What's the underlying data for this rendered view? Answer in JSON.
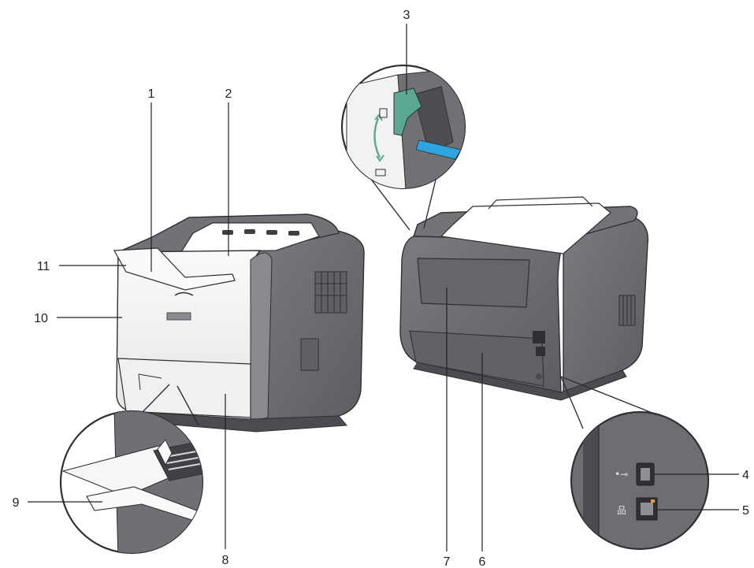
{
  "figure": {
    "callouts": {
      "c1": "1",
      "c2": "2",
      "c3": "3",
      "c4": "4",
      "c5": "5",
      "c6": "6",
      "c7": "7",
      "c8": "8",
      "c9": "9",
      "c10": "10",
      "c11": "11"
    },
    "icons": {
      "usb_port": "usb-icon",
      "ethernet_port": "network-icon",
      "stopper_marks": "paper-guide-icon"
    },
    "colors": {
      "printer_body": "#6c6e72",
      "printer_dark": "#55575a",
      "front_panel": "#f4f4f4",
      "tray": "#ffffff",
      "lever_green": "#5aa891",
      "blue_tab": "#2fa5e0"
    }
  }
}
